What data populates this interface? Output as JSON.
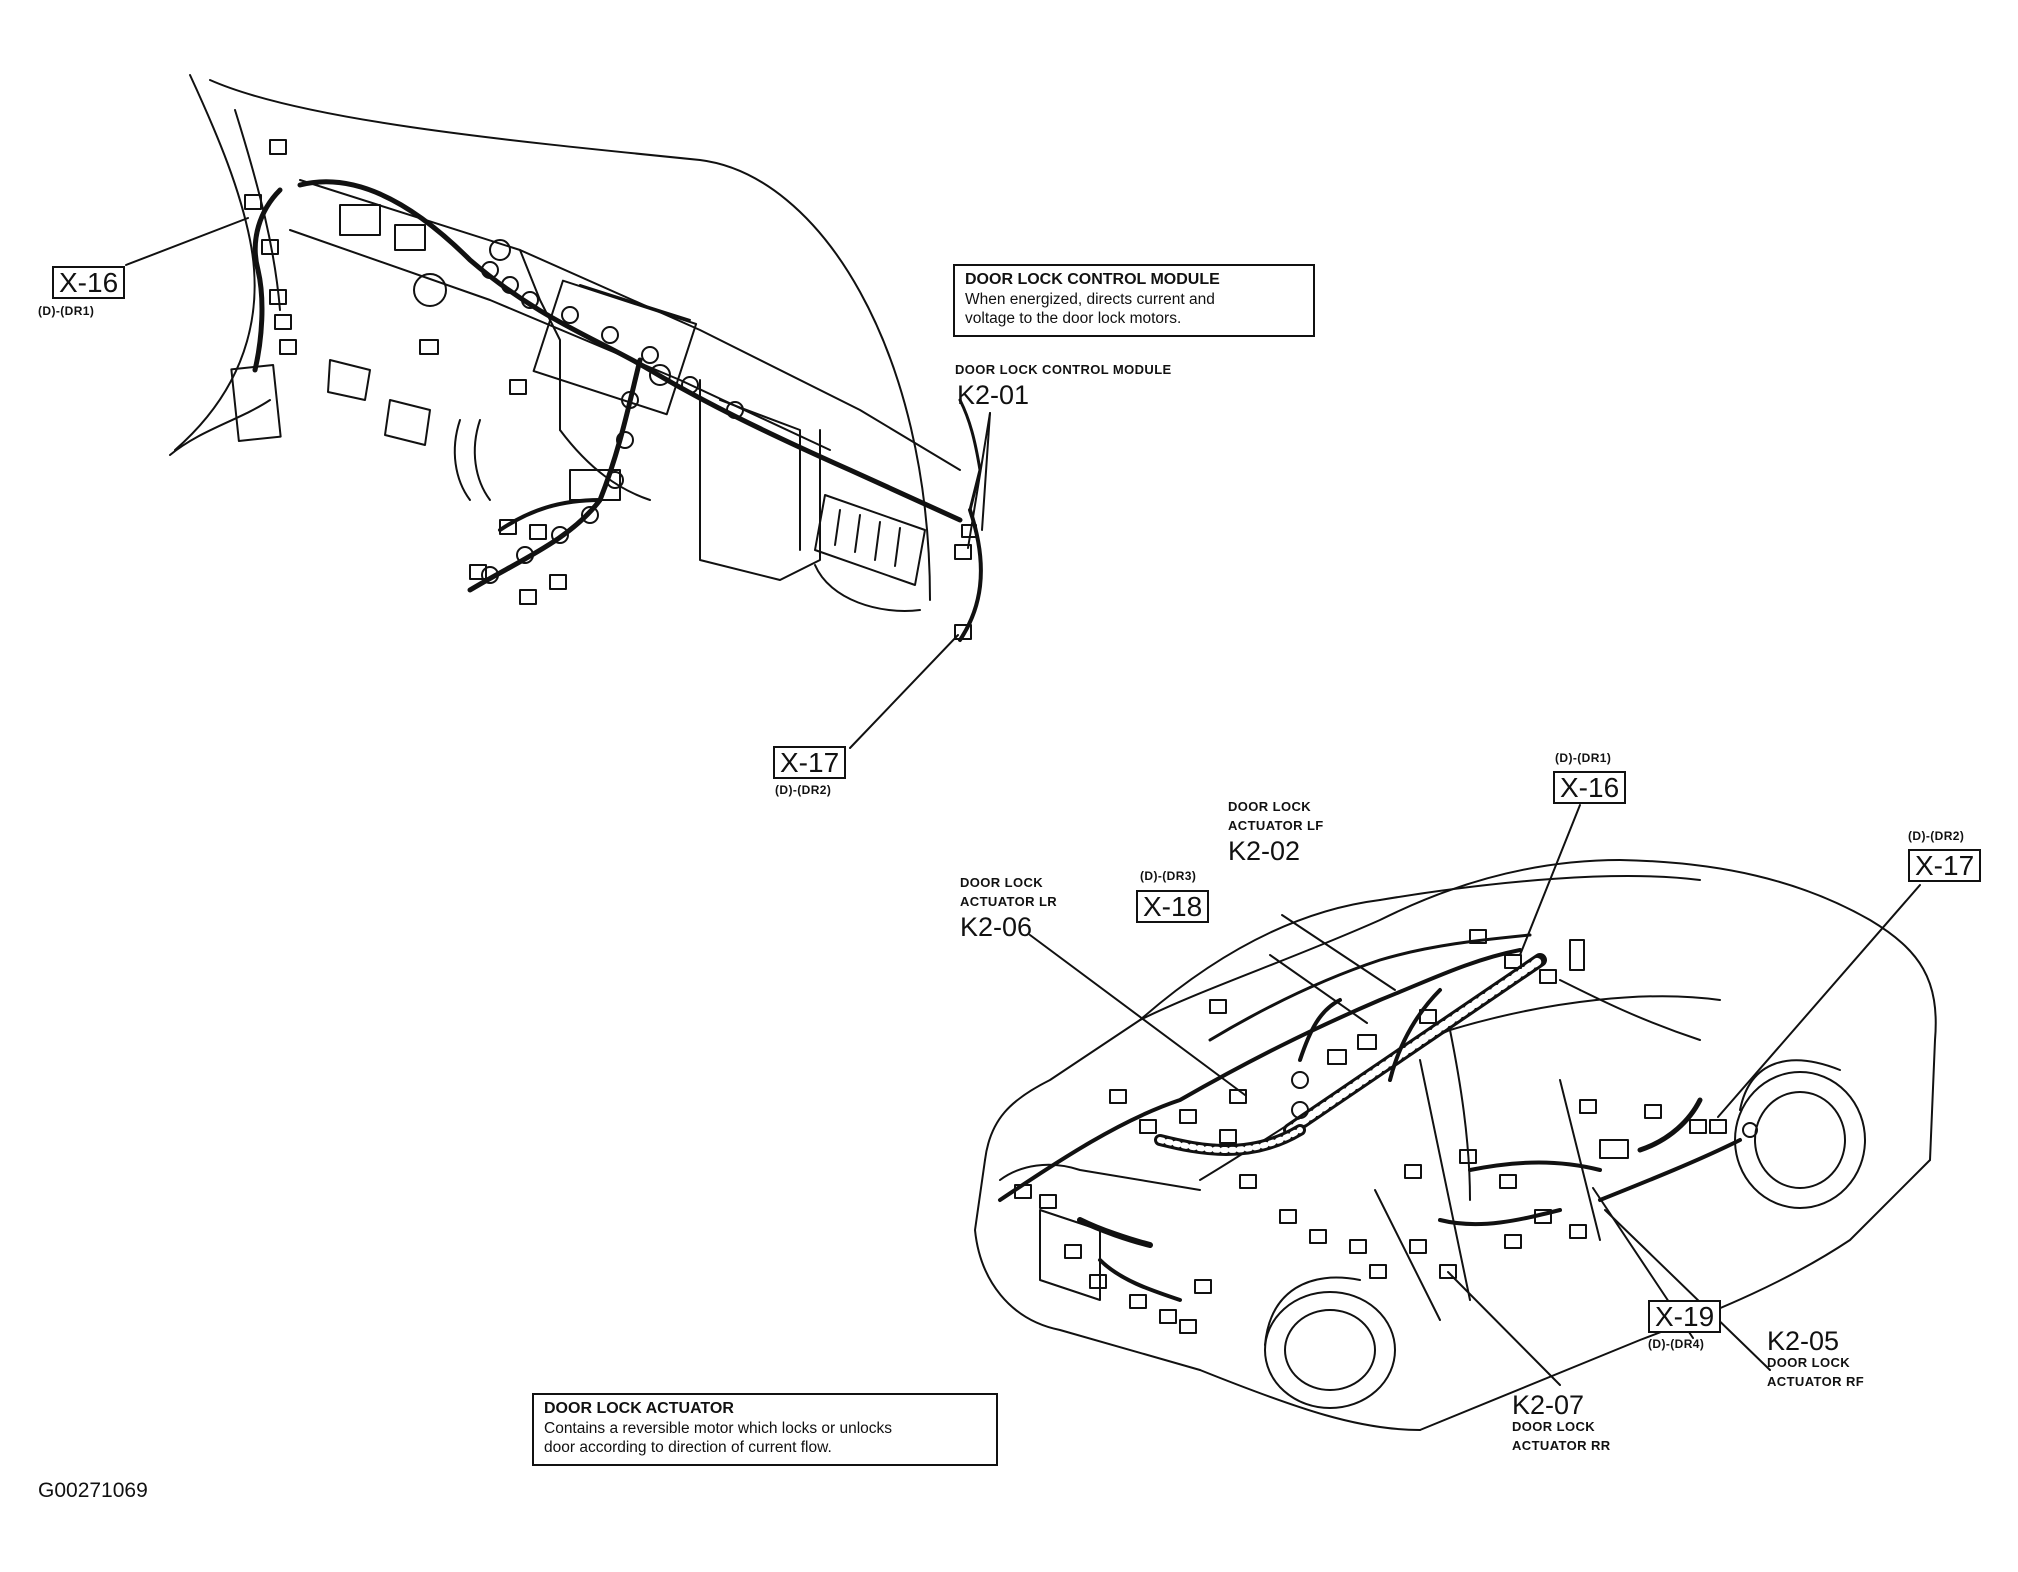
{
  "diagram": {
    "figure_id": "G00271069",
    "connectors": {
      "x16_top": {
        "label": "X-16",
        "sub": "(D)-(DR1)"
      },
      "x17_top": {
        "label": "X-17",
        "sub": "(D)-(DR2)"
      },
      "x16_car": {
        "label": "X-16",
        "sub": "(D)-(DR1)"
      },
      "x17_car": {
        "label": "X-17",
        "sub": "(D)-(DR2)"
      },
      "x18_car": {
        "label": "X-18",
        "sub": "(D)-(DR3)"
      },
      "x19_car": {
        "label": "X-19",
        "sub": "(D)-(DR4)"
      }
    },
    "module_box": {
      "title": "DOOR LOCK CONTROL MODULE",
      "desc_line1": "When energized, directs current and",
      "desc_line2": "voltage to the door lock motors."
    },
    "module_label": {
      "name": "DOOR LOCK CONTROL MODULE",
      "code": "K2-01"
    },
    "actuator_box": {
      "title": "DOOR LOCK ACTUATOR",
      "desc_line1": "Contains a reversible motor which locks or unlocks",
      "desc_line2": "door according to direction of current flow."
    },
    "components": {
      "lf": {
        "line1": "DOOR LOCK",
        "line2": "ACTUATOR LF",
        "code": "K2-02"
      },
      "lr": {
        "line1": "DOOR LOCK",
        "line2": "ACTUATOR LR",
        "code": "K2-06"
      },
      "rf": {
        "code": "K2-05",
        "line1": "DOOR LOCK",
        "line2": "ACTUATOR RF"
      },
      "rr": {
        "code": "K2-07",
        "line1": "DOOR LOCK",
        "line2": "ACTUATOR RR"
      }
    }
  }
}
